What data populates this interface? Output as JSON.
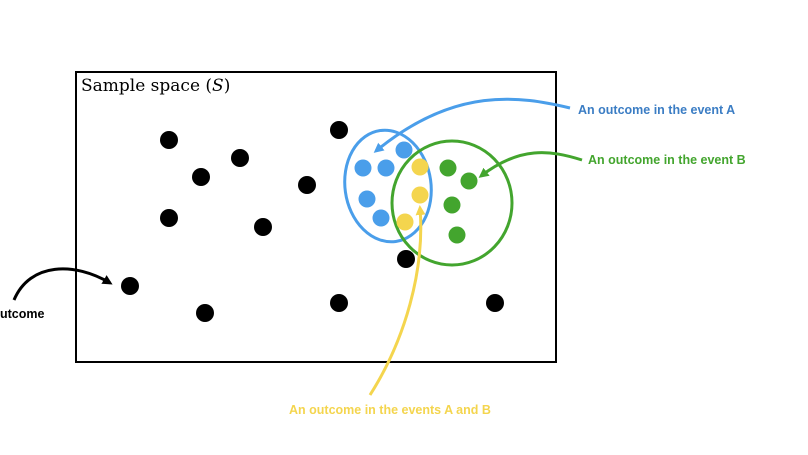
{
  "sample_space": {
    "label_text": "Sample space (",
    "label_symbol": "S",
    "label_close": ")"
  },
  "labels": {
    "event_a": "An outcome in the event A",
    "event_b": "An outcome in the event B",
    "events_a_and_b": "An outcome in the events A and B",
    "outcome": "utcome"
  },
  "colors": {
    "outcome": "#000000",
    "event_a": "#4a9eea",
    "event_b": "#43a52e",
    "event_a_label": "#3b7dc4",
    "events_a_and_b": "#f4d54e"
  }
}
